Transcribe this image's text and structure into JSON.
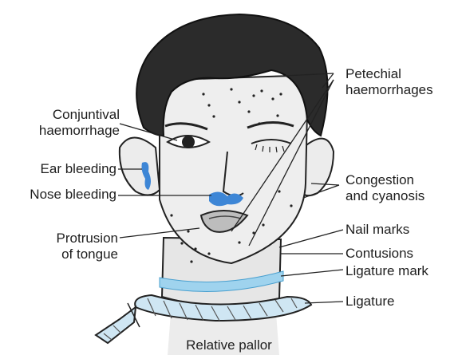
{
  "labels": {
    "petechial": [
      "Petechial",
      "haemorrhages"
    ],
    "conjunctival": [
      "Conjuntival",
      "haemorrhage"
    ],
    "ear_bleeding": "Ear bleeding",
    "nose_bleeding": "Nose bleeding",
    "congestion": [
      "Congestion",
      "and cyanosis"
    ],
    "protrusion": [
      "Protrusion",
      "of tongue"
    ],
    "nail_marks": "Nail marks",
    "contusions": "Contusions",
    "ligature_mark": "Ligature mark",
    "ligature": "Ligature",
    "relative_pallor": "Relative pallor"
  },
  "colors": {
    "bleeding": "#3d86d6",
    "ligature_mark": "#9fd3ee",
    "rope": "#cfe6f3",
    "hair": "#2b2b2b",
    "skin": "#eeeeee"
  }
}
